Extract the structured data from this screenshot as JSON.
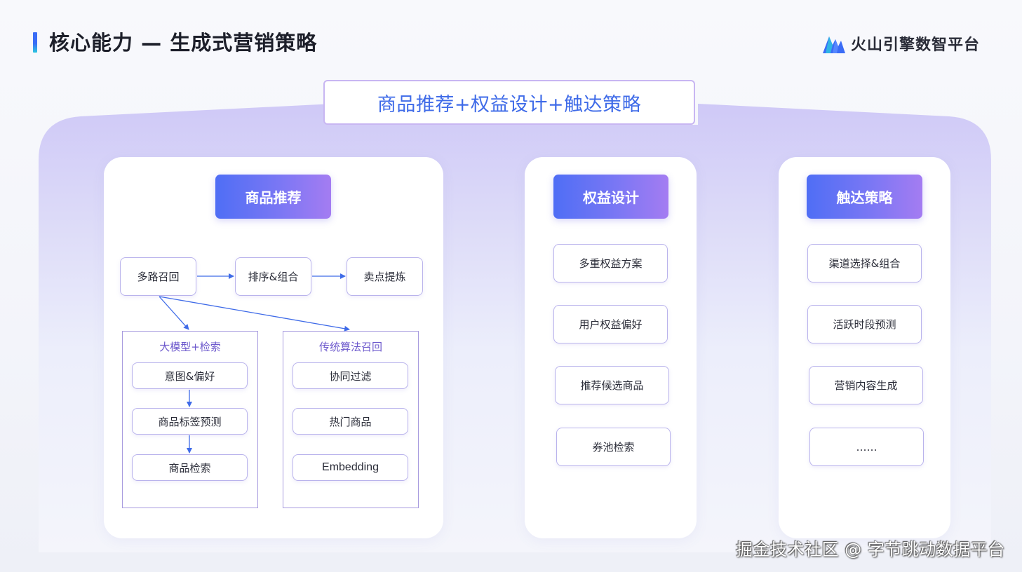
{
  "header": {
    "title": "核心能力 — 生成式营销策略",
    "brand": "火山引擎数智平台"
  },
  "top_box": "商品推荐+权益设计+触达策略",
  "columns": [
    {
      "title": "商品推荐"
    },
    {
      "title": "权益设计",
      "items": [
        "多重权益方案",
        "用户权益偏好",
        "推荐候选商品",
        "券池检索"
      ]
    },
    {
      "title": "触达策略",
      "items": [
        "渠道选择&组合",
        "活跃时段预测",
        "营销内容生成",
        "……"
      ]
    }
  ],
  "recommend_flow": {
    "steps": [
      "多路召回",
      "排序&组合",
      "卖点提炼"
    ],
    "groups": [
      {
        "title": "大模型+检索",
        "items": [
          "意图&偏好",
          "商品标签预测",
          "商品检索"
        ]
      },
      {
        "title": "传统算法召回",
        "items": [
          "协同过滤",
          "热门商品",
          "Embedding"
        ]
      }
    ]
  },
  "watermark": "掘金技术社区 @ 字节跳动数据平台",
  "colors": {
    "accent_blue": "#3f6be8",
    "gradient_start": "#4f6ef5",
    "gradient_end": "#a47cf2",
    "frame_purple": "#a89bdf"
  }
}
